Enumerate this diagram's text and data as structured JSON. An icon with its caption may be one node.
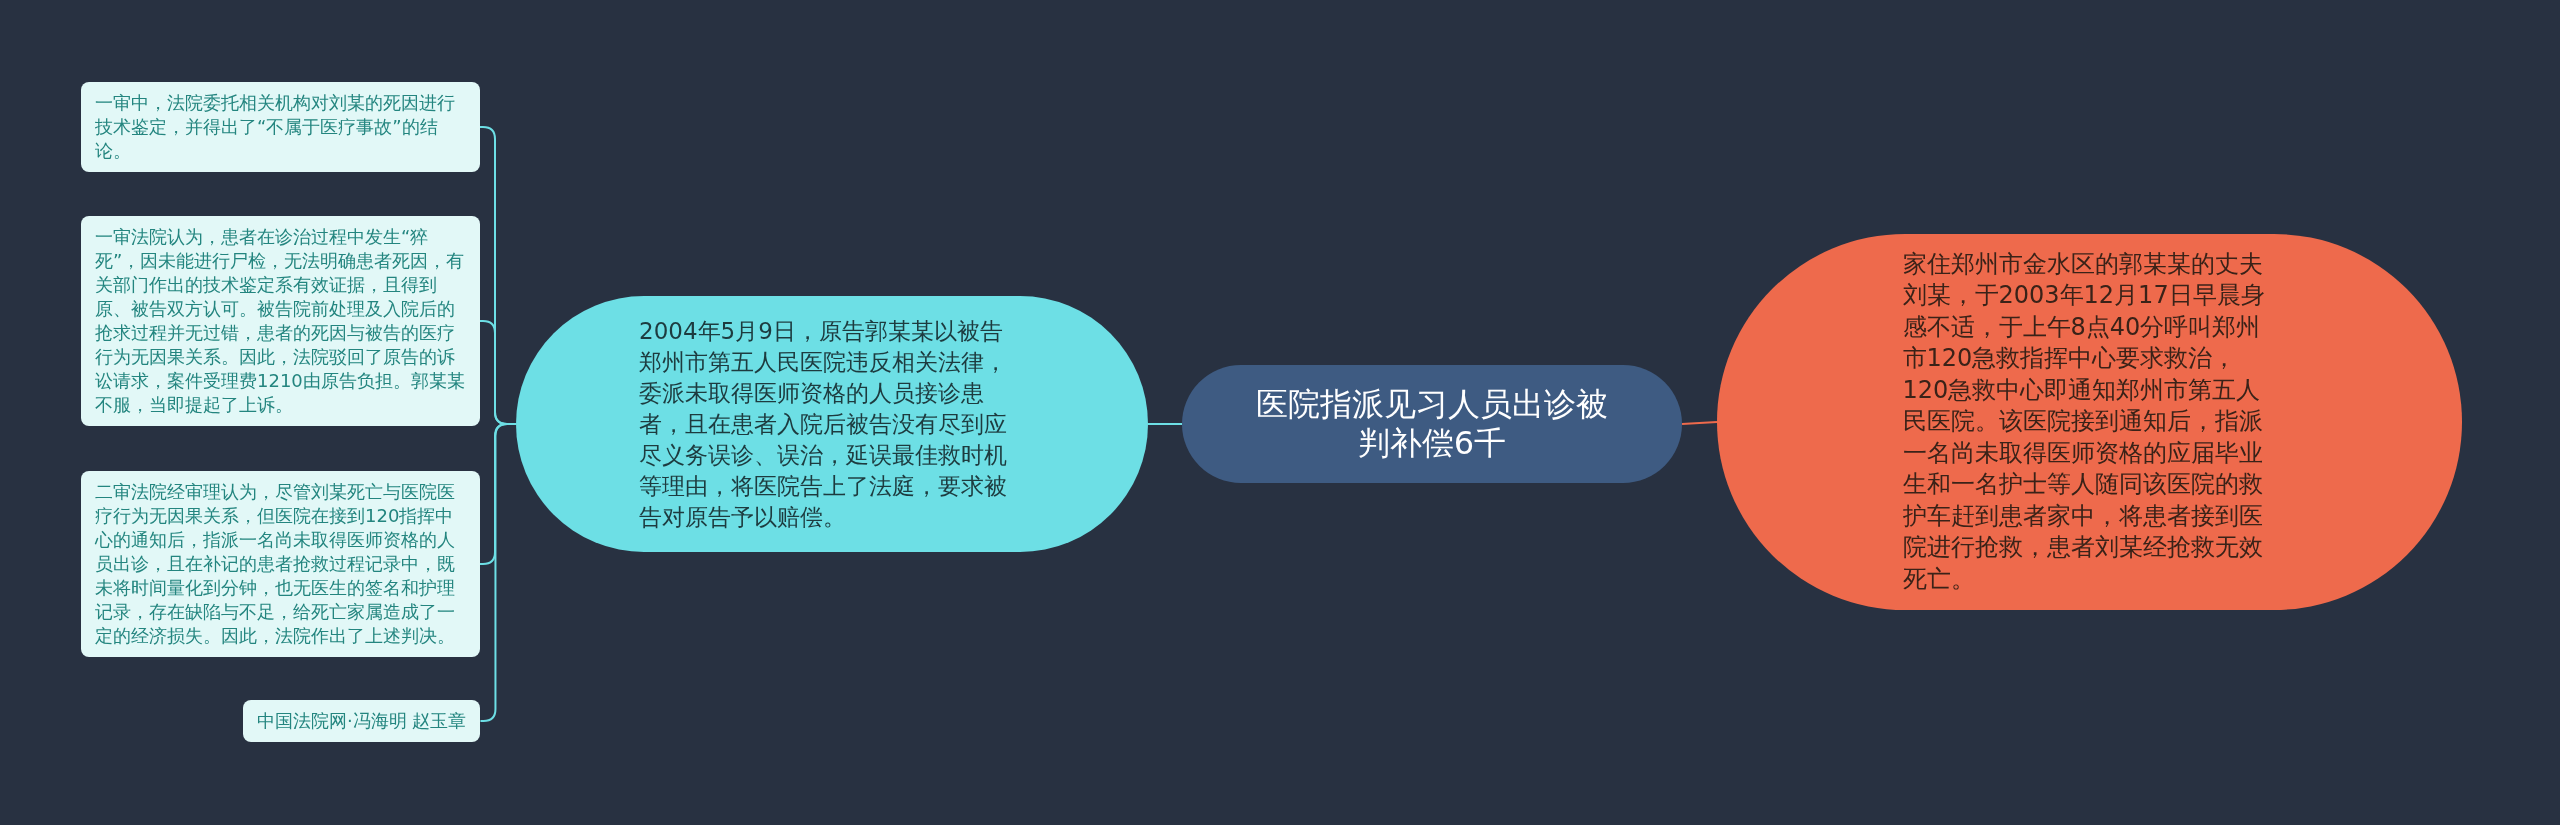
{
  "diagram": {
    "nodes": [
      {
        "text": [
          "医院指派见习人员出诊被判补偿6千"
        ]
      },
      {
        "text": [
          "家住郑州市金水区的郭某某的丈夫刘某，于2003年12月17日早晨身感不适，于上午8点40分呼叫郑州市120急救指挥中心要求救治，120急救中心即通知郑州市第五人民医院。该医院接到通知后，指派一名尚未取得医师资格的应届毕业生和一名护士等人随同该医院的救护车赶到患者家中，将患者接到医院进行抢救，患者刘某经抢救无效死亡。"
        ]
      },
      {
        "text": [
          "2004年5月9日，原告郭某某以被告郑州市第五人民医院违反相关法律，委派未取得医师资格的人员接诊患者，且在患者入院后被告没有尽到应尽义务误诊、误治，延误最佳救时机等理由，将医院告上了法庭，要求被告对原告予以赔偿。"
        ]
      },
      {
        "text": [
          "一审中，法院委托相关机构对刘某的死因进行技术鉴定，并得出了“不属于医疗事故”的结论。"
        ]
      },
      {
        "text": [
          "一审法院认为，患者在诊治过程中发生“猝死”，因未能进行尸检，无法明确患者死因，有关部门作出的技术鉴定系有效证据，且得到原、被告双方认可。被告院前处理及入院后的抢求过程并无过错，患者的死因与被告的医疗行为无因果关系。因此，法院驳回了原告的诉讼请求，案件受理费1210由原告负担。郭某某不服，当即提起了上诉。"
        ]
      },
      {
        "text": [
          "二审法院经审理认为，尽管刘某死亡与医院医疗行为无因果关系，但医院在接到120指挥中心的通知后，指派一名尚未取得医师资格的人员出诊，且在补记的患者抢救过程记录中，既未将时间量化到分钟，也无医生的签名和护理记录，存在缺陷与不足，给死亡家属造成了一定的经济损失。因此，法院作出了上述判决。"
        ]
      },
      {
        "text": [
          "中国法院网·冯海明 赵玉章"
        ]
      }
    ],
    "edges": [
      {
        "from": 0,
        "to": 1,
        "arrow": "none",
        "color": "#ee6a4c"
      },
      {
        "from": 0,
        "to": 2,
        "arrow": "none"
      },
      {
        "from": 2,
        "to": 3,
        "arrow": "none"
      },
      {
        "from": 2,
        "to": 4,
        "arrow": "none"
      },
      {
        "from": 2,
        "to": 5,
        "arrow": "none"
      },
      {
        "from": 2,
        "to": 6,
        "arrow": "none"
      }
    ]
  }
}
